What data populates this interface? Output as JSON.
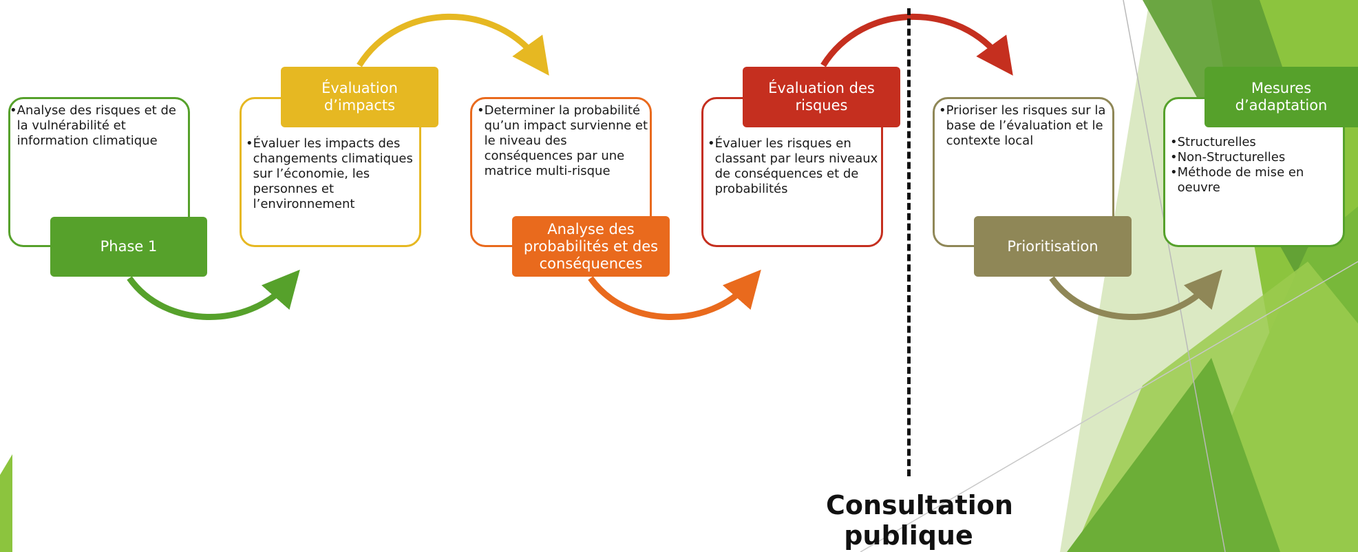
{
  "colors": {
    "green": "#56a12b",
    "yellow": "#e6b822",
    "orange": "#e96a1d",
    "red": "#c52f1f",
    "olive": "#8f8757",
    "divider": "#111111"
  },
  "steps": [
    {
      "label": "Phase 1",
      "bullets": [
        "Analyse des risques et de la vulnérabilité et information climatique"
      ]
    },
    {
      "label": "Évaluation d’impacts",
      "bullets": [
        "Évaluer les impacts des changements climatiques sur l’économie, les personnes et l’environnement"
      ]
    },
    {
      "label": "Analyse des probabilités et des conséquences",
      "bullets": [
        "Determiner la probabilité qu’un impact survienne et le niveau des conséquences par une matrice multi-risque"
      ]
    },
    {
      "label": "Évaluation des risques",
      "bullets": [
        "Évaluer les risques en classant par leurs niveaux de conséquences et de probabilités"
      ]
    },
    {
      "label": "Prioritisation",
      "bullets": [
        "Prioriser les risques sur la base de l’évaluation et le contexte local"
      ]
    },
    {
      "label": "Mesures d’adaptation",
      "bullets": [
        "Structurelles",
        "Non-Structurelles",
        "Méthode de mise en oeuvre"
      ]
    }
  ],
  "divider_label": "Consultation publique",
  "bullet_symbol": "•"
}
